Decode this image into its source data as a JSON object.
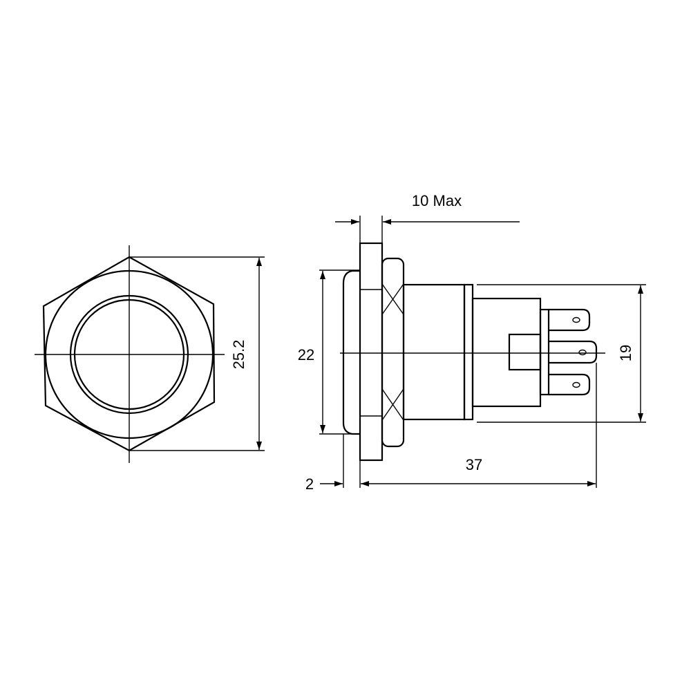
{
  "drawing": {
    "line_color": "#000000",
    "background": "#ffffff",
    "front_view": {
      "dimensions": {
        "across_corners": "25.2"
      }
    },
    "side_view": {
      "dimensions": {
        "panel_thickness_max": "10 Max",
        "bezel_diameter": "22",
        "body_diameter": "19",
        "bezel_height": "2",
        "body_length": "37"
      }
    }
  }
}
